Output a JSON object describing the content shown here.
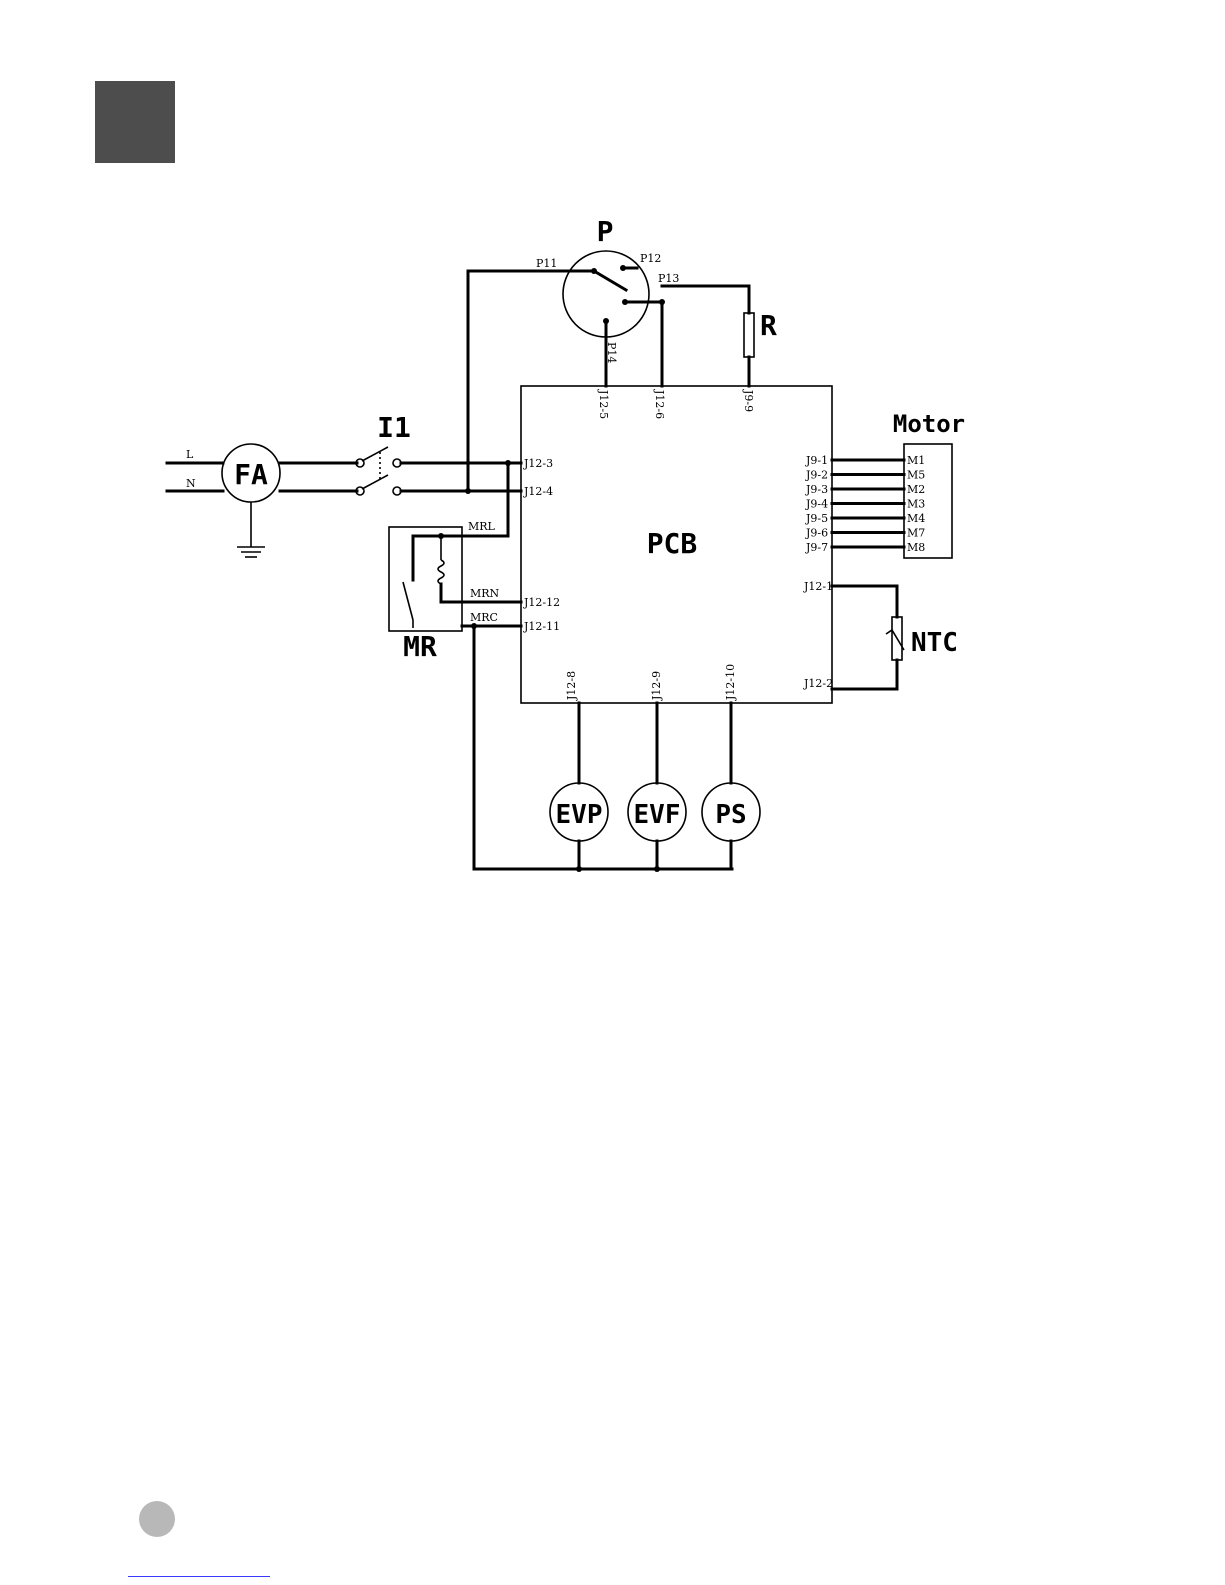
{
  "components": {
    "pressure_switch": "P",
    "resistor": "R",
    "switch": "I1",
    "fan": "FA",
    "board": "PCB",
    "motor": "Motor",
    "relay": "MR",
    "thermistor": "NTC",
    "valve_p": "EVP",
    "valve_f": "EVF",
    "sensor": "PS"
  },
  "lines": {
    "live": "L",
    "neutral": "N"
  },
  "pressure_terminals": {
    "p11": "P11",
    "p12": "P12",
    "p13": "P13",
    "p14": "P14"
  },
  "relay_terminals": {
    "mrl": "MRL",
    "mrn": "MRN",
    "mrc": "MRC"
  },
  "top_pins": {
    "j12_5": "J12-5",
    "j12_6": "J12-6",
    "j9_9": "J9-9"
  },
  "left_pins": {
    "j12_3": "J12-3",
    "j12_4": "J12-4",
    "j12_12": "J12-12",
    "j12_11": "J12-11"
  },
  "bottom_pins": {
    "j12_8": "J12-8",
    "j12_9": "J12-9",
    "j12_10": "J12-10"
  },
  "right_pins": [
    "J9-1",
    "J9-2",
    "J9-3",
    "J9-4",
    "J9-5",
    "J9-6",
    "J9-7"
  ],
  "ntc_pins": {
    "j12_1": "J12-1",
    "j12_2": "J12-2"
  },
  "motor_terminals": [
    "M1",
    "M5",
    "M2",
    "M3",
    "M4",
    "M7",
    "M8"
  ]
}
